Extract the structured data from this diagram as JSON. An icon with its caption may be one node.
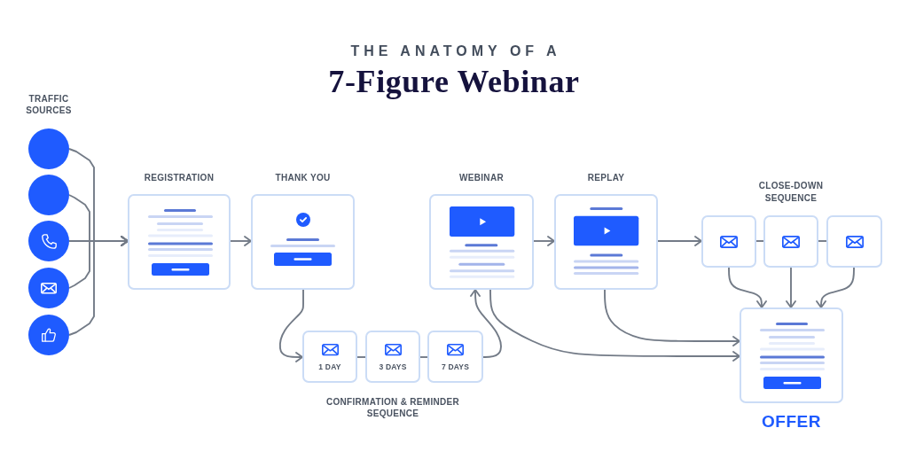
{
  "diagram": {
    "title": "7-Figure Webinar",
    "nodes": [
      {
        "text": [],
        "shape": "circle"
      },
      {
        "text": [],
        "shape": "circle"
      },
      {
        "text": [],
        "shape": "circle"
      },
      {
        "text": [],
        "shape": "circle"
      },
      {
        "text": [],
        "shape": "circle"
      },
      {
        "text": [
          "REGISTRATION"
        ]
      },
      {
        "text": [
          "THANK YOU"
        ]
      },
      {
        "text": [
          "WEBINAR"
        ]
      },
      {
        "text": [
          "REPLAY"
        ]
      },
      {
        "text": [],
        "shape": "box"
      },
      {
        "text": [],
        "shape": "box"
      },
      {
        "text": [],
        "shape": "box"
      },
      {
        "text": [
          "OFFER"
        ]
      },
      {
        "text": [
          "1 DAY"
        ]
      },
      {
        "text": [
          "3 DAYS"
        ]
      },
      {
        "text": [
          "7 DAYS"
        ]
      }
    ],
    "edges": [
      {
        "from": 0,
        "to": 5,
        "arrow": "to"
      },
      {
        "from": 1,
        "to": 5,
        "arrow": "to"
      },
      {
        "from": 2,
        "to": 5,
        "arrow": "to"
      },
      {
        "from": 3,
        "to": 5,
        "arrow": "to"
      },
      {
        "from": 4,
        "to": 5,
        "arrow": "to"
      },
      {
        "from": 5,
        "to": 6,
        "arrow": "to"
      },
      {
        "from": 6,
        "to": 13,
        "arrow": "to"
      },
      {
        "from": 13,
        "to": 14,
        "arrow": "none"
      },
      {
        "from": 14,
        "to": 15,
        "arrow": "none"
      },
      {
        "from": 15,
        "to": 7,
        "arrow": "to"
      },
      {
        "from": 7,
        "to": 8,
        "arrow": "to"
      },
      {
        "from": 7,
        "to": 12,
        "arrow": "to"
      },
      {
        "from": 8,
        "to": 12,
        "arrow": "to"
      },
      {
        "from": 8,
        "to": 9,
        "arrow": "to"
      },
      {
        "from": 9,
        "to": 10,
        "arrow": "none"
      },
      {
        "from": 10,
        "to": 11,
        "arrow": "none"
      },
      {
        "from": 9,
        "to": 12,
        "arrow": "to"
      },
      {
        "from": 10,
        "to": 12,
        "arrow": "to"
      },
      {
        "from": 11,
        "to": 12,
        "arrow": "to"
      }
    ],
    "labels": [
      "THE ANATOMY OF A",
      "TRAFFIC SOURCES",
      "CLOSE-DOWN SEQUENCE",
      "CONFIRMATION & REMINDER SEQUENCE"
    ]
  }
}
